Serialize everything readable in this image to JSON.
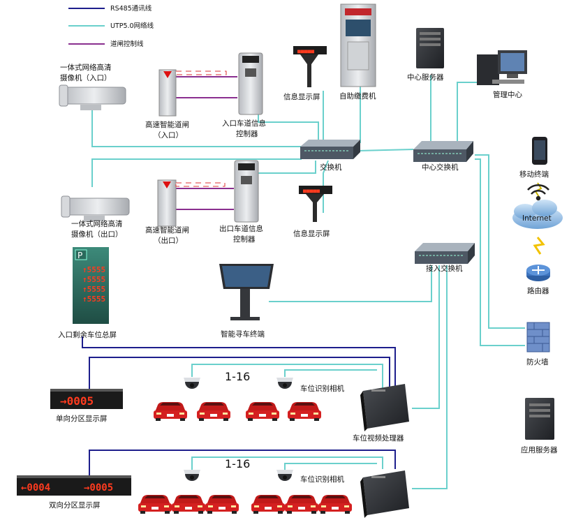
{
  "legend": {
    "rs485": "RS485通讯线",
    "utp": "UTP5.0网络线",
    "gate_ctrl": "道闸控制线"
  },
  "colors": {
    "rs485": "#1d1e8c",
    "utp": "#6ad0cc",
    "gate_ctrl": "#8a2f8f",
    "led_text": "#ff3b1f"
  },
  "labels": {
    "camera_in_l1": "一体式网络高清",
    "camera_in_l2": "摄像机（入口）",
    "gate_in_l1": "高速智能道闸",
    "gate_in_l2": "（入口）",
    "ctrl_in_l1": "入口车道信息",
    "ctrl_in_l2": "控制器",
    "info_screen_in": "信息显示屏",
    "kiosk": "自助缴费机",
    "server": "中心服务器",
    "mgmt": "管理中心",
    "switch": "交换机",
    "center_switch": "中心交换机",
    "mobile": "移动终端",
    "internet": "Internet",
    "router": "路由器",
    "firewall": "防火墙",
    "app_server": "应用服务器",
    "camera_out_l1": "一体式网络高清",
    "camera_out_l2": "摄像机（出口）",
    "gate_out_l1": "高速智能道闸",
    "gate_out_l2": "（出口）",
    "ctrl_out_l1": "出口车道信息",
    "ctrl_out_l2": "控制器",
    "info_screen_out": "信息显示屏",
    "access_switch": "接入交换机",
    "total_screen": "入口剩余车位总屏",
    "finder": "智能寻车终端",
    "uni_screen": "单向分区显示屏",
    "bi_screen": "双向分区显示屏",
    "range_1": "1-16",
    "range_2": "1-16",
    "space_cam_1": "车位识别相机",
    "space_cam_2": "车位识别相机",
    "video_proc": "车位视频处理器"
  },
  "led": {
    "total_rows": [
      "5555",
      "5555",
      "5555",
      "5555"
    ],
    "uni": "→0005",
    "bi_left": "←0004",
    "bi_right": "→0005"
  }
}
